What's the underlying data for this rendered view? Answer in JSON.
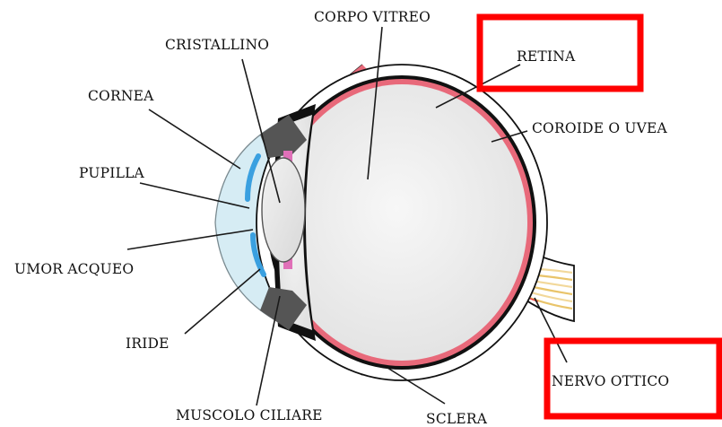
{
  "title": "",
  "labels": {
    "corpo_vitreo": "CORPO VITREO",
    "cristallino": "CRISTALLINO",
    "retina": "RETINA",
    "cornea": "CORNEA",
    "coroide": "COROIDE O UVEA",
    "pupilla": "PUPILLA",
    "umor_acqueo": "UMOR ACQUEO",
    "iride": "IRIDE",
    "muscolo_ciliare": "MUSCOLO CILIARE",
    "sclera": "SCLERA",
    "nervo_ottico": "NERVO OTTICO"
  },
  "highlighted": [
    "RETINA",
    "NERVO OTTICO"
  ],
  "colors": {
    "highlight_box": "#ff0000",
    "retina": "#e8697a",
    "choroid": "#111111",
    "iris": "#3aa0e0",
    "cornea_fill": "#d6ecf4",
    "vitreous": "#ededed",
    "muscle": "#555555",
    "nerve_fibers": "#f2d89a"
  }
}
